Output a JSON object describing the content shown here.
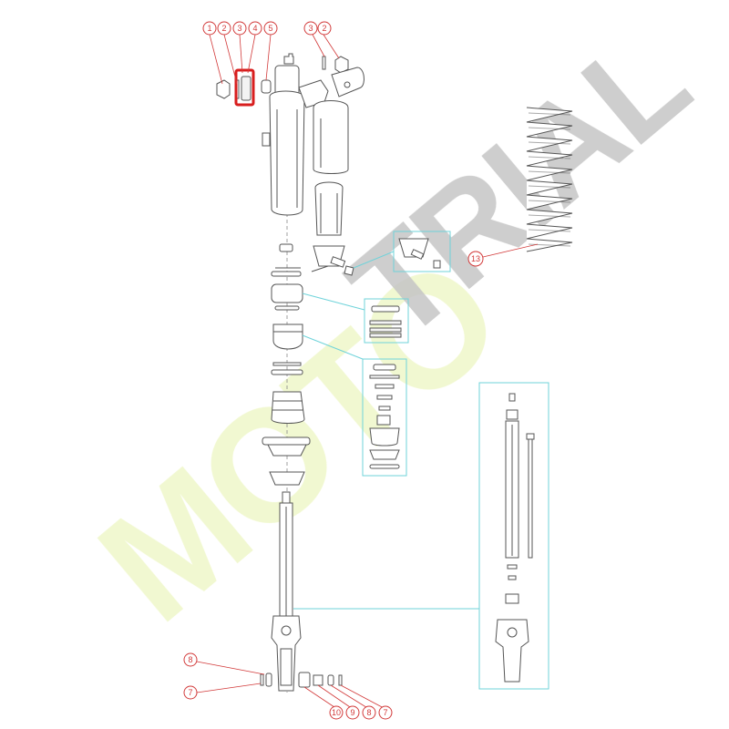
{
  "diagram": {
    "watermark": {
      "brand_green": "MOTO",
      "brand_grey": "TRIAL",
      "green_color": "#f1f8cf",
      "grey_color": "#c2c2c2"
    },
    "callout_color": "#d23a3a",
    "detail_box_color": "#6fd3da",
    "highlight_color": "#d81e1e",
    "callouts": {
      "c1": "1",
      "c2": "2",
      "c3": "3",
      "c4": "4",
      "c5": "5",
      "c3b": "3",
      "c2b": "2",
      "c13": "13",
      "c8": "8",
      "c7": "7",
      "c10": "10",
      "c9": "9",
      "c8b": "8",
      "c7b": "7"
    }
  }
}
